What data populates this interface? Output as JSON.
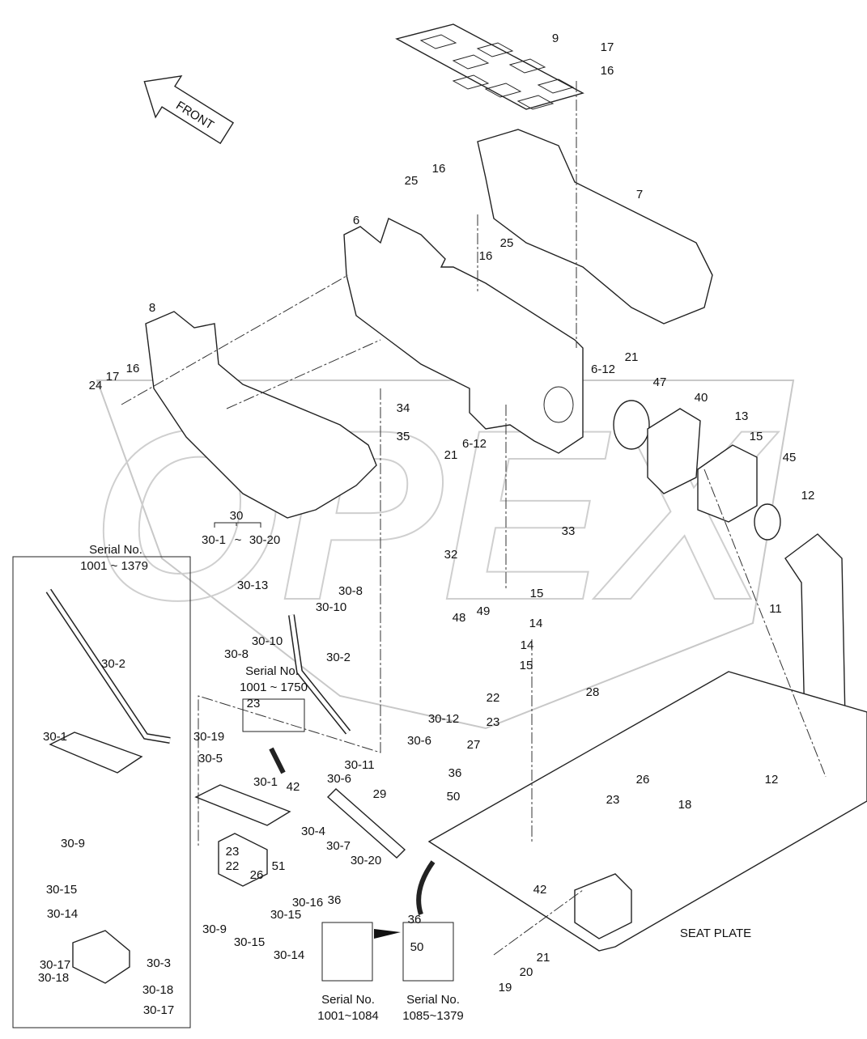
{
  "watermark": "OPEX",
  "front_label": "FRONT",
  "seat_plate_label": "SEAT PLATE",
  "group": {
    "number": "30",
    "from": "30-1",
    "tilde": "~",
    "to": "30-20"
  },
  "serial_notes": [
    {
      "title": "Serial No.",
      "range": "1001 ~ 1379"
    },
    {
      "title": "Serial No.",
      "range": "1001 ~ 1750"
    },
    {
      "title": "Serial No.",
      "range": "1001~1084"
    },
    {
      "title": "Serial No.",
      "range": "1085~1379"
    }
  ],
  "callouts": [
    "9",
    "17",
    "16",
    "7",
    "16",
    "25",
    "25",
    "16",
    "6",
    "8",
    "24",
    "17",
    "16",
    "21",
    "6-12",
    "47",
    "40",
    "13",
    "15",
    "45",
    "34",
    "35",
    "6-12",
    "21",
    "12",
    "33",
    "32",
    "11",
    "30-13",
    "30-8",
    "30-10",
    "15",
    "48",
    "49",
    "14",
    "30-8",
    "30-10",
    "30-2",
    "30-2",
    "14",
    "15",
    "28",
    "22",
    "30-12",
    "23",
    "23",
    "30-1",
    "30-19",
    "27",
    "30-6",
    "30-5",
    "30-11",
    "36",
    "30-6",
    "12",
    "26",
    "30-1",
    "42",
    "29",
    "50",
    "23",
    "18",
    "30-9",
    "30-4",
    "30-7",
    "23",
    "30-20",
    "22",
    "26",
    "51",
    "30-15",
    "42",
    "30-16",
    "30-15",
    "30-14",
    "30-9",
    "30-15",
    "30-14",
    "36",
    "36",
    "50",
    "21",
    "30-17",
    "30-3",
    "30-18",
    "20",
    "19",
    "30-18",
    "30-17"
  ]
}
